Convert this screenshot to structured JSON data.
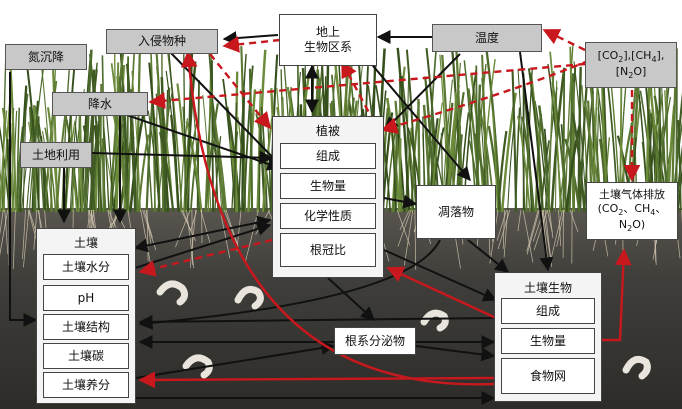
{
  "nodes": {
    "nitrogen": "氮沉降",
    "invasive": "入侵物种",
    "aboveground": "地上\n生物区系",
    "temperature": "温度",
    "gases": "[CO2],[CH4],[N2O]",
    "precipitation": "降水",
    "landuse": "土地利用",
    "vegetation_title": "植被",
    "veg_composition": "组成",
    "veg_biomass": "生物量",
    "veg_chemistry": "化学性质",
    "veg_rootshoot": "根冠比",
    "litter": "凋落物",
    "soil_gas_title": "土壤气体排放",
    "soil_gas_species": "(CO2、CH4、N2O)",
    "soil_title": "土壤",
    "soil_moisture": "土壤水分",
    "soil_ph": "pH",
    "soil_structure": "土壤结构",
    "soil_carbon": "土壤碳",
    "soil_nutrients": "土壤养分",
    "root_exudates": "根系分泌物",
    "biota_title": "土壤生物",
    "biota_composition": "组成",
    "biota_biomass": "生物量",
    "biota_foodweb": "食物网"
  },
  "colors": {
    "black_arrow": "#111111",
    "red_arrow": "#c8181e",
    "grey_box": "#c8c8c8",
    "soil": "#3f3e3a",
    "sky": "#ffffff",
    "grass": "#4d6b2c"
  }
}
